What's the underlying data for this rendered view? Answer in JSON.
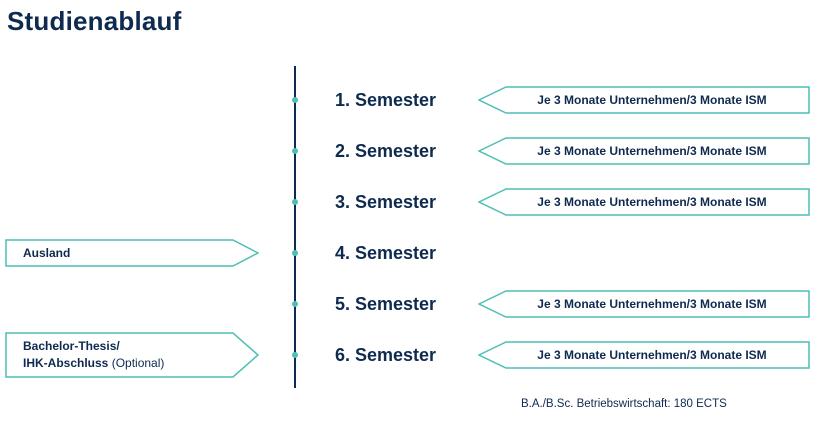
{
  "title": "Studienablauf",
  "semesters": [
    {
      "label": "1. Semester",
      "right_box": "Je 3 Monate Unternehmen/3 Monate ISM"
    },
    {
      "label": "2. Semester",
      "right_box": "Je 3 Monate Unternehmen/3 Monate ISM"
    },
    {
      "label": "3. Semester",
      "right_box": "Je 3 Monate Unternehmen/3 Monate ISM"
    },
    {
      "label": "4. Semester",
      "left_box": "Ausland"
    },
    {
      "label": "5. Semester",
      "right_box": "Je 3 Monate Unternehmen/3 Monate ISM"
    },
    {
      "label": "6. Semester",
      "right_box": "Je 3 Monate Unternehmen/3 Monate ISM",
      "left_box_lines": [
        "Bachelor-Thesis/",
        "IHK-Abschluss"
      ],
      "left_box_suffix": "(Optional)"
    }
  ],
  "footnote": "B.A./B.Sc. Betriebswirtschaft: 180 ECTS",
  "colors": {
    "navy": "#0e2a4f",
    "teal": "#4dbfb5"
  }
}
